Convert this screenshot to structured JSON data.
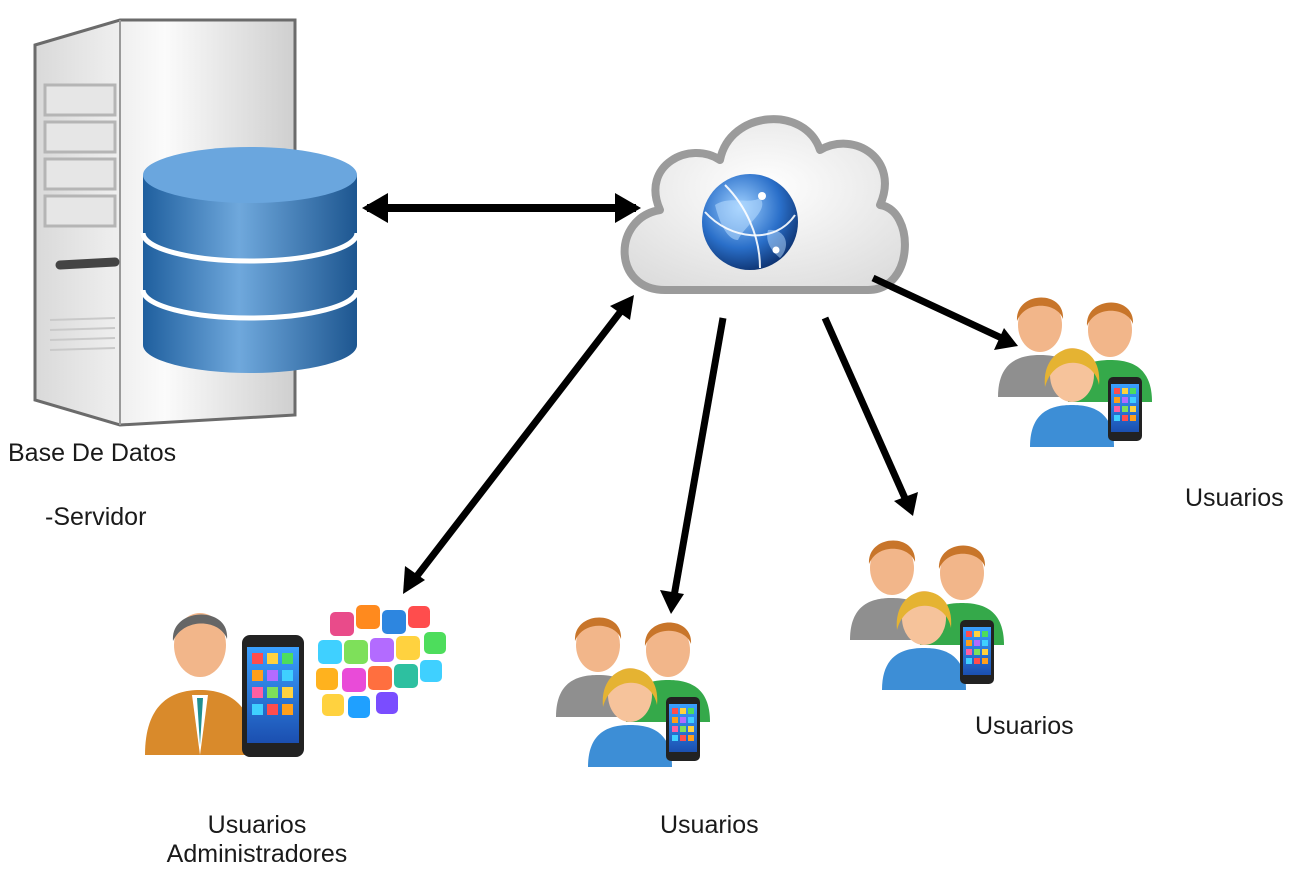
{
  "labels": {
    "database_line1": "Base De Datos",
    "database_line2": "-Servidor",
    "users_right": "Usuarios",
    "users_mid_right": "Usuarios",
    "users_center": "Usuarios",
    "admin_line1": "Usuarios",
    "admin_line2": "Administradores"
  },
  "icons": {
    "server": "server-tower-icon",
    "database": "database-cylinder-icon",
    "cloud": "cloud-internet-icon",
    "globe": "globe-icon",
    "users_group": "users-group-with-phone-icon",
    "admin": "admin-user-with-phone-icon",
    "apps": "app-icons-cluster"
  },
  "colors": {
    "arrow": "#000000",
    "db_blue": "#3e7fbf",
    "cloud_fill": "#f2f2f2",
    "server_fill": "#efefef"
  }
}
